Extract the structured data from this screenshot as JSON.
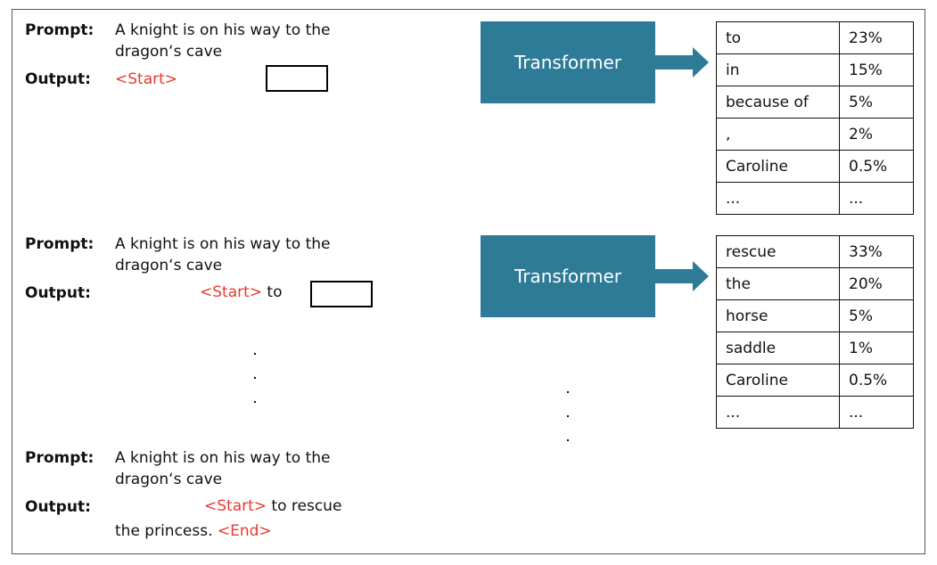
{
  "colors": {
    "transformer": "#2e7b98",
    "token_marker": "#e8392f"
  },
  "labels": {
    "prompt": "Prompt:",
    "output": "Output:"
  },
  "prompt_text": {
    "line1": "A knight is on his way to the",
    "line2": "dragon‘s cave"
  },
  "transformer_label": "Transformer",
  "steps": [
    {
      "output": {
        "start": "<Start>"
      }
    },
    {
      "output": {
        "start": "<Start>",
        "text": " to"
      }
    },
    {
      "output": {
        "start": "<Start>",
        "text": " to rescue",
        "line2": "the princess. ",
        "end": "<End>"
      }
    }
  ],
  "tables": [
    {
      "rows": [
        [
          "to",
          "23%"
        ],
        [
          "in",
          "15%"
        ],
        [
          "because of",
          "5%"
        ],
        [
          ",",
          "2%"
        ],
        [
          "Caroline",
          "0.5%"
        ],
        [
          "...",
          "..."
        ]
      ]
    },
    {
      "rows": [
        [
          "rescue",
          "33%"
        ],
        [
          "the",
          "20%"
        ],
        [
          "horse",
          "5%"
        ],
        [
          "saddle",
          "1%"
        ],
        [
          "Caroline",
          "0.5%"
        ],
        [
          "...",
          "..."
        ]
      ]
    }
  ]
}
